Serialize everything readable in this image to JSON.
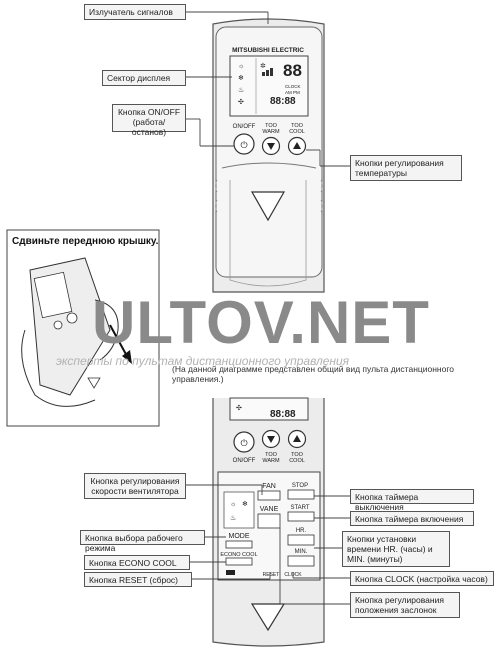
{
  "callouts": {
    "emitter": "Излучатель сигналов",
    "display": "Сектор дисплея",
    "onoff": "Кнопка ON/OFF\n(работа/останов)",
    "temp": "Кнопки  регулирования\nтемпературы",
    "fan_speed": "Кнопка регулирования\nскорости вентилятора",
    "mode": "Кнопка выбора рабочего режима",
    "econo": "Кнопка ECONO COOL",
    "reset": "Кнопка RESET (сброс)",
    "timer_off": "Кнопка таймера выключения",
    "timer_on": "Кнопка таймера включения",
    "time_set": "Кнопки установки\nвремени HR. (часы) и\nMIN. (минуты)",
    "clock": "Кнопка CLOCK (настройка часов)",
    "vane": "Кнопка регулирования\nположения заслонок"
  },
  "panel": {
    "title": "Сдвиньте переднюю крышку."
  },
  "note": "(На данной диаграмме представлен общий вид пульта дистанционного управления.)",
  "watermark": {
    "main": "ULTOV.NET",
    "sub": "эксперты по пультам дистанционного управления"
  },
  "remote": {
    "brand": "MITSUBISHI ELECTRIC",
    "display_temp": "88",
    "display_clock": "CLOCK",
    "display_ampm": "AM PM",
    "display_time": "88:88",
    "onoff": "ON/OFF",
    "too_warm_1": "TOO",
    "too_warm_2": "WARM",
    "too_cool_1": "TOO",
    "too_cool_2": "COOL",
    "fan": "FAN",
    "vane": "VANE",
    "stop": "STOP",
    "start": "START",
    "hr": "HR.",
    "min": "MIN.",
    "mode": "MODE",
    "econo_cool": "ECONO COOL",
    "reset": "RESET",
    "clock": "CLOCK"
  },
  "colors": {
    "remote_body": "#ececec",
    "remote_edge": "#555555",
    "callout_bg": "#f4f4f4"
  }
}
